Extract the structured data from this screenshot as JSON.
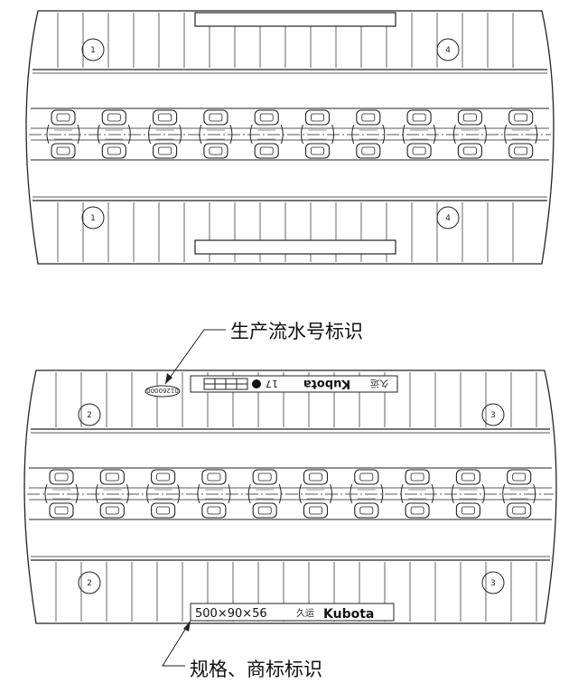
{
  "top_track": {
    "wheel_markers": {
      "upper_left": "1",
      "upper_right": "4",
      "lower_left": "1",
      "lower_right": "4"
    }
  },
  "bottom_track": {
    "serial_plate": {
      "serial_number": "01260000",
      "size_code": "17",
      "brand": "Kubota",
      "brand_cn": "久运"
    },
    "wheel_markers": {
      "upper_left": "2",
      "upper_right": "3",
      "lower_left": "2",
      "lower_right": "3"
    },
    "spec_plate": {
      "size": "500×90×56",
      "brand_cn": "久运",
      "brand": "Kubota"
    }
  },
  "annotations": {
    "serial_callout": "生产流水号标识",
    "spec_callout": "规格、商标标识"
  },
  "colors": {
    "line": "#222222",
    "fill": "#ffffff",
    "dark": "#111111"
  }
}
